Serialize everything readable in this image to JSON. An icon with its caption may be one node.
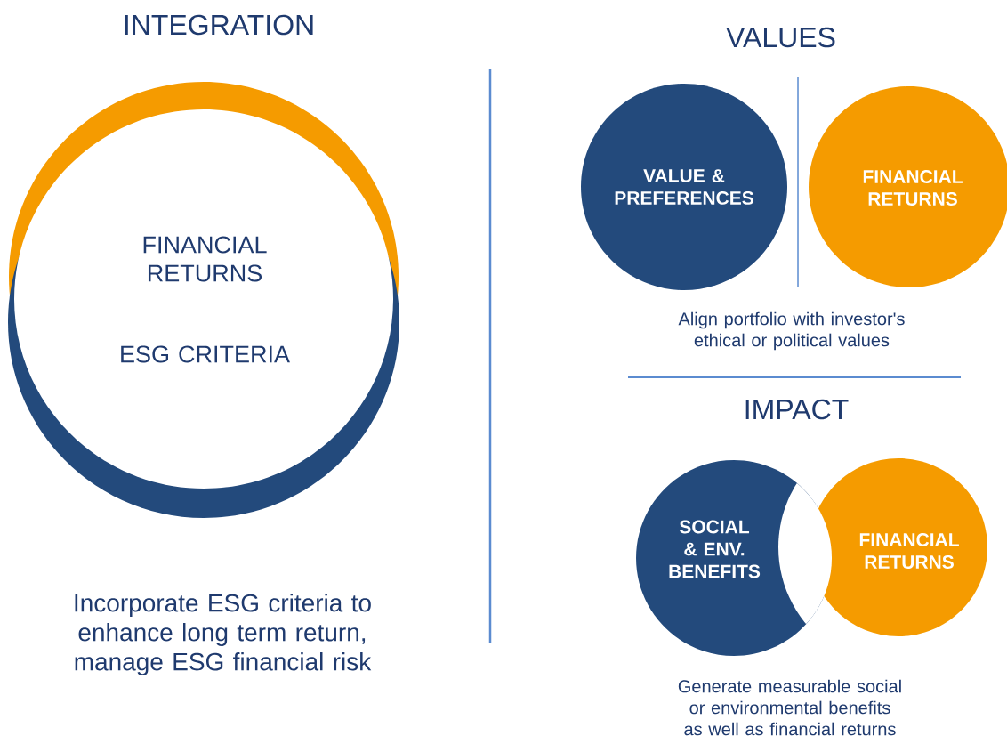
{
  "diagram": {
    "nodes": [
      {
        "text": [
          "FINANCIAL RETURNS",
          "ESG CRITERIA"
        ]
      },
      {
        "text": [
          "VALUE & PREFERENCES"
        ]
      },
      {
        "text": [
          "FINANCIAL RETURNS"
        ]
      },
      {
        "text": [
          "SOCIAL & ENV. BENEFITS"
        ]
      },
      {
        "text": [
          "FINANCIAL RETURNS"
        ]
      }
    ],
    "labels": [
      "INTEGRATION",
      "Incorporate ESG criteria to enhance long term return, manage ESG financial risk",
      "VALUES",
      "Align portfolio with investor's ethical or political values",
      "IMPACT",
      "Generate measurable social or environmental benefits as well as financial returns"
    ]
  }
}
